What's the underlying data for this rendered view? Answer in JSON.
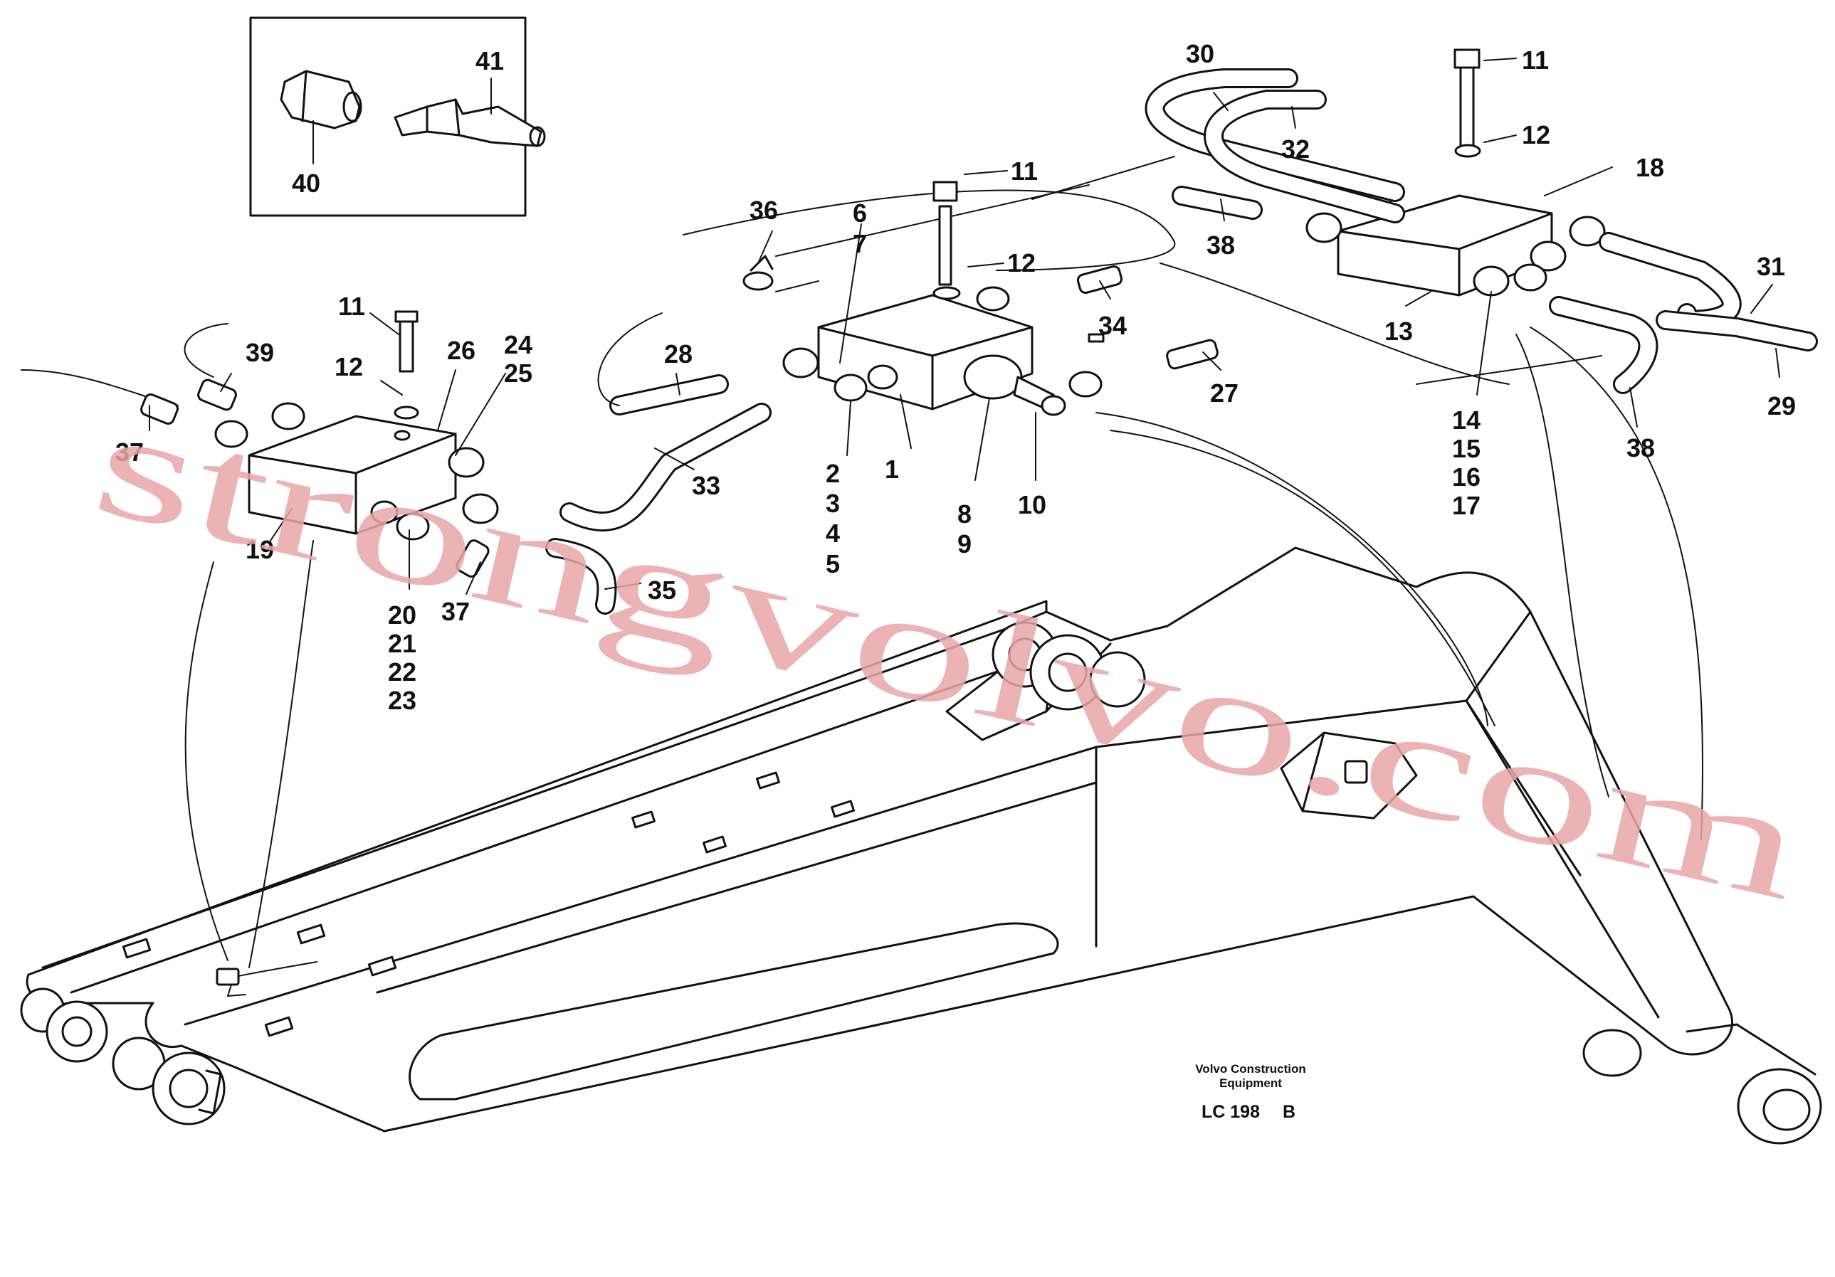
{
  "diagram": {
    "callouts": {
      "c1": "1",
      "c2": "2",
      "c3": "3",
      "c4": "4",
      "c5": "5",
      "c6": "6",
      "c7": "7",
      "c8": "8",
      "c9": "9",
      "c10": "10",
      "c11_left": "11",
      "c11_center": "11",
      "c11_right": "11",
      "c12_left": "12",
      "c12_center": "12",
      "c12_right": "12",
      "c13": "13",
      "c14": "14",
      "c15": "15",
      "c16": "16",
      "c17": "17",
      "c18": "18",
      "c19": "19",
      "c20": "20",
      "c21": "21",
      "c22": "22",
      "c23": "23",
      "c24": "24",
      "c25": "25",
      "c26": "26",
      "c27": "27",
      "c28": "28",
      "c29": "29",
      "c30": "30",
      "c31": "31",
      "c32": "32",
      "c33": "33",
      "c34": "34",
      "c35": "35",
      "c36": "36",
      "c37_left": "37",
      "c37_bottom": "37",
      "c38_left": "38",
      "c38_right": "38",
      "c39": "39",
      "c40": "40",
      "c41": "41"
    },
    "brand_line1": "Volvo Construction",
    "brand_line2": "Equipment",
    "drawing_code": "LC 198",
    "drawing_rev": "B"
  },
  "watermark": "strongvolvo.com",
  "colors": {
    "line": "#111111",
    "watermark": "#e8a6a6",
    "background": "#ffffff"
  }
}
